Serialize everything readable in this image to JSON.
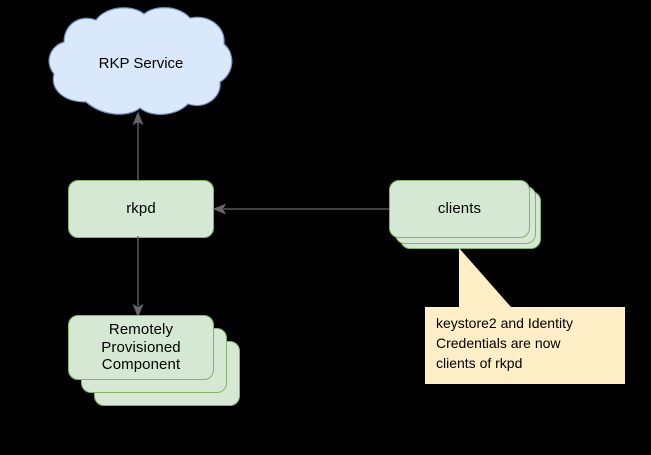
{
  "diagram": {
    "title": "rkpd architecture diagram",
    "background_color": "#000000",
    "nodes": {
      "cloud": {
        "label": "RKP Service",
        "shape": "cloud",
        "fill": "#dae8fc",
        "stroke": "#6c8ebf"
      },
      "rkpd": {
        "label": "rkpd",
        "shape": "rounded-rect",
        "fill": "#d5e8d4",
        "stroke": "#82b366"
      },
      "clients": {
        "label": "clients",
        "shape": "stacked-rounded-rect",
        "stack_count": 3,
        "fill": "#d5e8d4",
        "stroke": "#82b366"
      },
      "rpc": {
        "label": "Remotely\nProvisioned\nComponent",
        "line1": "Remotely",
        "line2": "Provisioned",
        "line3": "Component",
        "shape": "stacked-rounded-rect",
        "stack_count": 3,
        "fill": "#d5e8d4",
        "stroke": "#82b366"
      }
    },
    "edges": [
      {
        "name": "rkpd-to-rkp-service",
        "from": "rkpd",
        "to": "cloud",
        "direction": "up",
        "arrowhead": "end",
        "stroke": "#666666"
      },
      {
        "name": "rkpd-to-rpc",
        "from": "rkpd",
        "to": "rpc",
        "direction": "down",
        "arrowhead": "end",
        "stroke": "#666666"
      },
      {
        "name": "clients-to-rkpd",
        "from": "clients",
        "to": "rkpd",
        "direction": "left",
        "arrowhead": "end",
        "stroke": "#666666"
      }
    ],
    "callout": {
      "text": "keystore2 and Identity\nCredentials are now\nclients of rkpd",
      "fill": "#ffeec6",
      "points_to": "clients"
    }
  }
}
